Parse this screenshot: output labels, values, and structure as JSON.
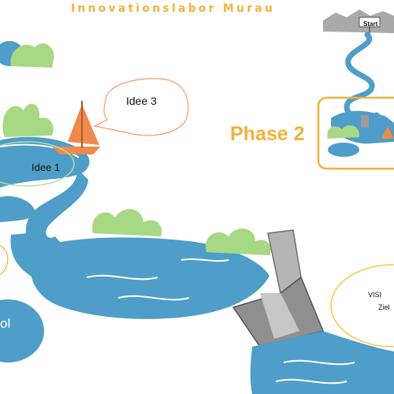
{
  "title": "Innovationslabor Murau",
  "labels": {
    "idee3": "Idee 3",
    "idee1": "Idee 1",
    "phase2": "Phase 2",
    "start": "Start",
    "vision_line1": "VISI",
    "vision_line2": "Ziel",
    "pool_fragment": "ol"
  },
  "colors": {
    "water": "#4f9dc9",
    "water_dark": "#3d88b8",
    "accent_orange": "#f2b23a",
    "bubble_stroke": "#f09a6a",
    "green_bush": "#a7d884",
    "sail": "#ef8a4d",
    "dam": "#9a9a9a"
  }
}
